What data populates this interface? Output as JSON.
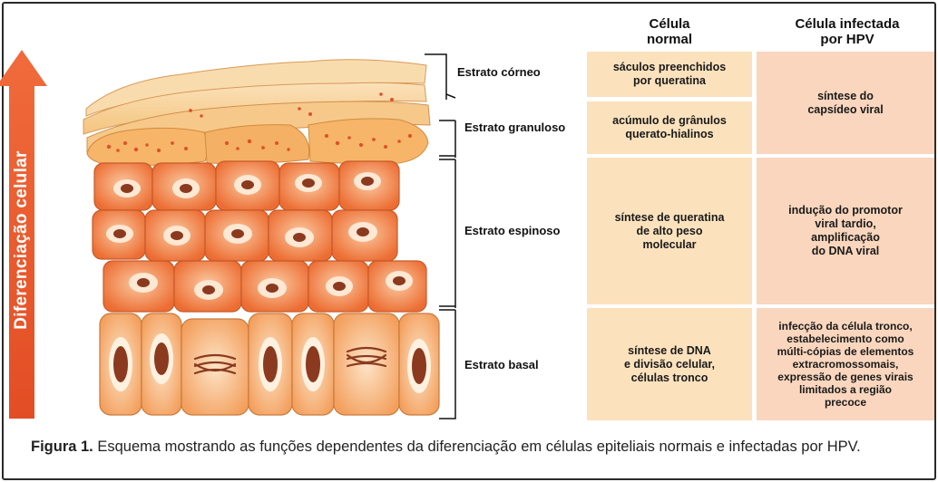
{
  "arrow_label": "Diferenciação celular",
  "columns": {
    "normal_header": "Célula\nnormal",
    "infected_header": "Célula infectada\npor HPV"
  },
  "strata": [
    {
      "name": "Estrato córneo"
    },
    {
      "name": "Estrato granuloso"
    },
    {
      "name": "Estrato espinoso"
    },
    {
      "name": "Estrato basal"
    }
  ],
  "normal_cells": [
    "sáculos preenchidos\npor queratina",
    "acúmulo de grânulos\nquerato-hialinos",
    "síntese de queratina\nde alto peso\nmolecular",
    "síntese de DNA\ne divisão celular,\ncélulas tronco"
  ],
  "infected_cells": [
    "síntese do\ncapsídeo viral",
    "indução do promotor\nviral tardio,\namplificação\ndo DNA viral",
    "infecção da célula tronco,\nestabelecimento como\nmúlti-cópias de elementos\nextracromossomais,\nexpressão de genes virais\nlimitados a região\nprecoce"
  ],
  "caption": {
    "label": "Figura 1.",
    "text": " Esquema mostrando as funções dependentes da diferenciação em células epiteliais normais e infectadas por HPV."
  },
  "colors": {
    "arrow": "#ec5a2f",
    "cell_normal": "#fbe2bd",
    "cell_infected": "#f9d6bd",
    "spinous": "#f07f45",
    "basal": "#f6b27a",
    "nucleus": "#8b3a1f"
  }
}
